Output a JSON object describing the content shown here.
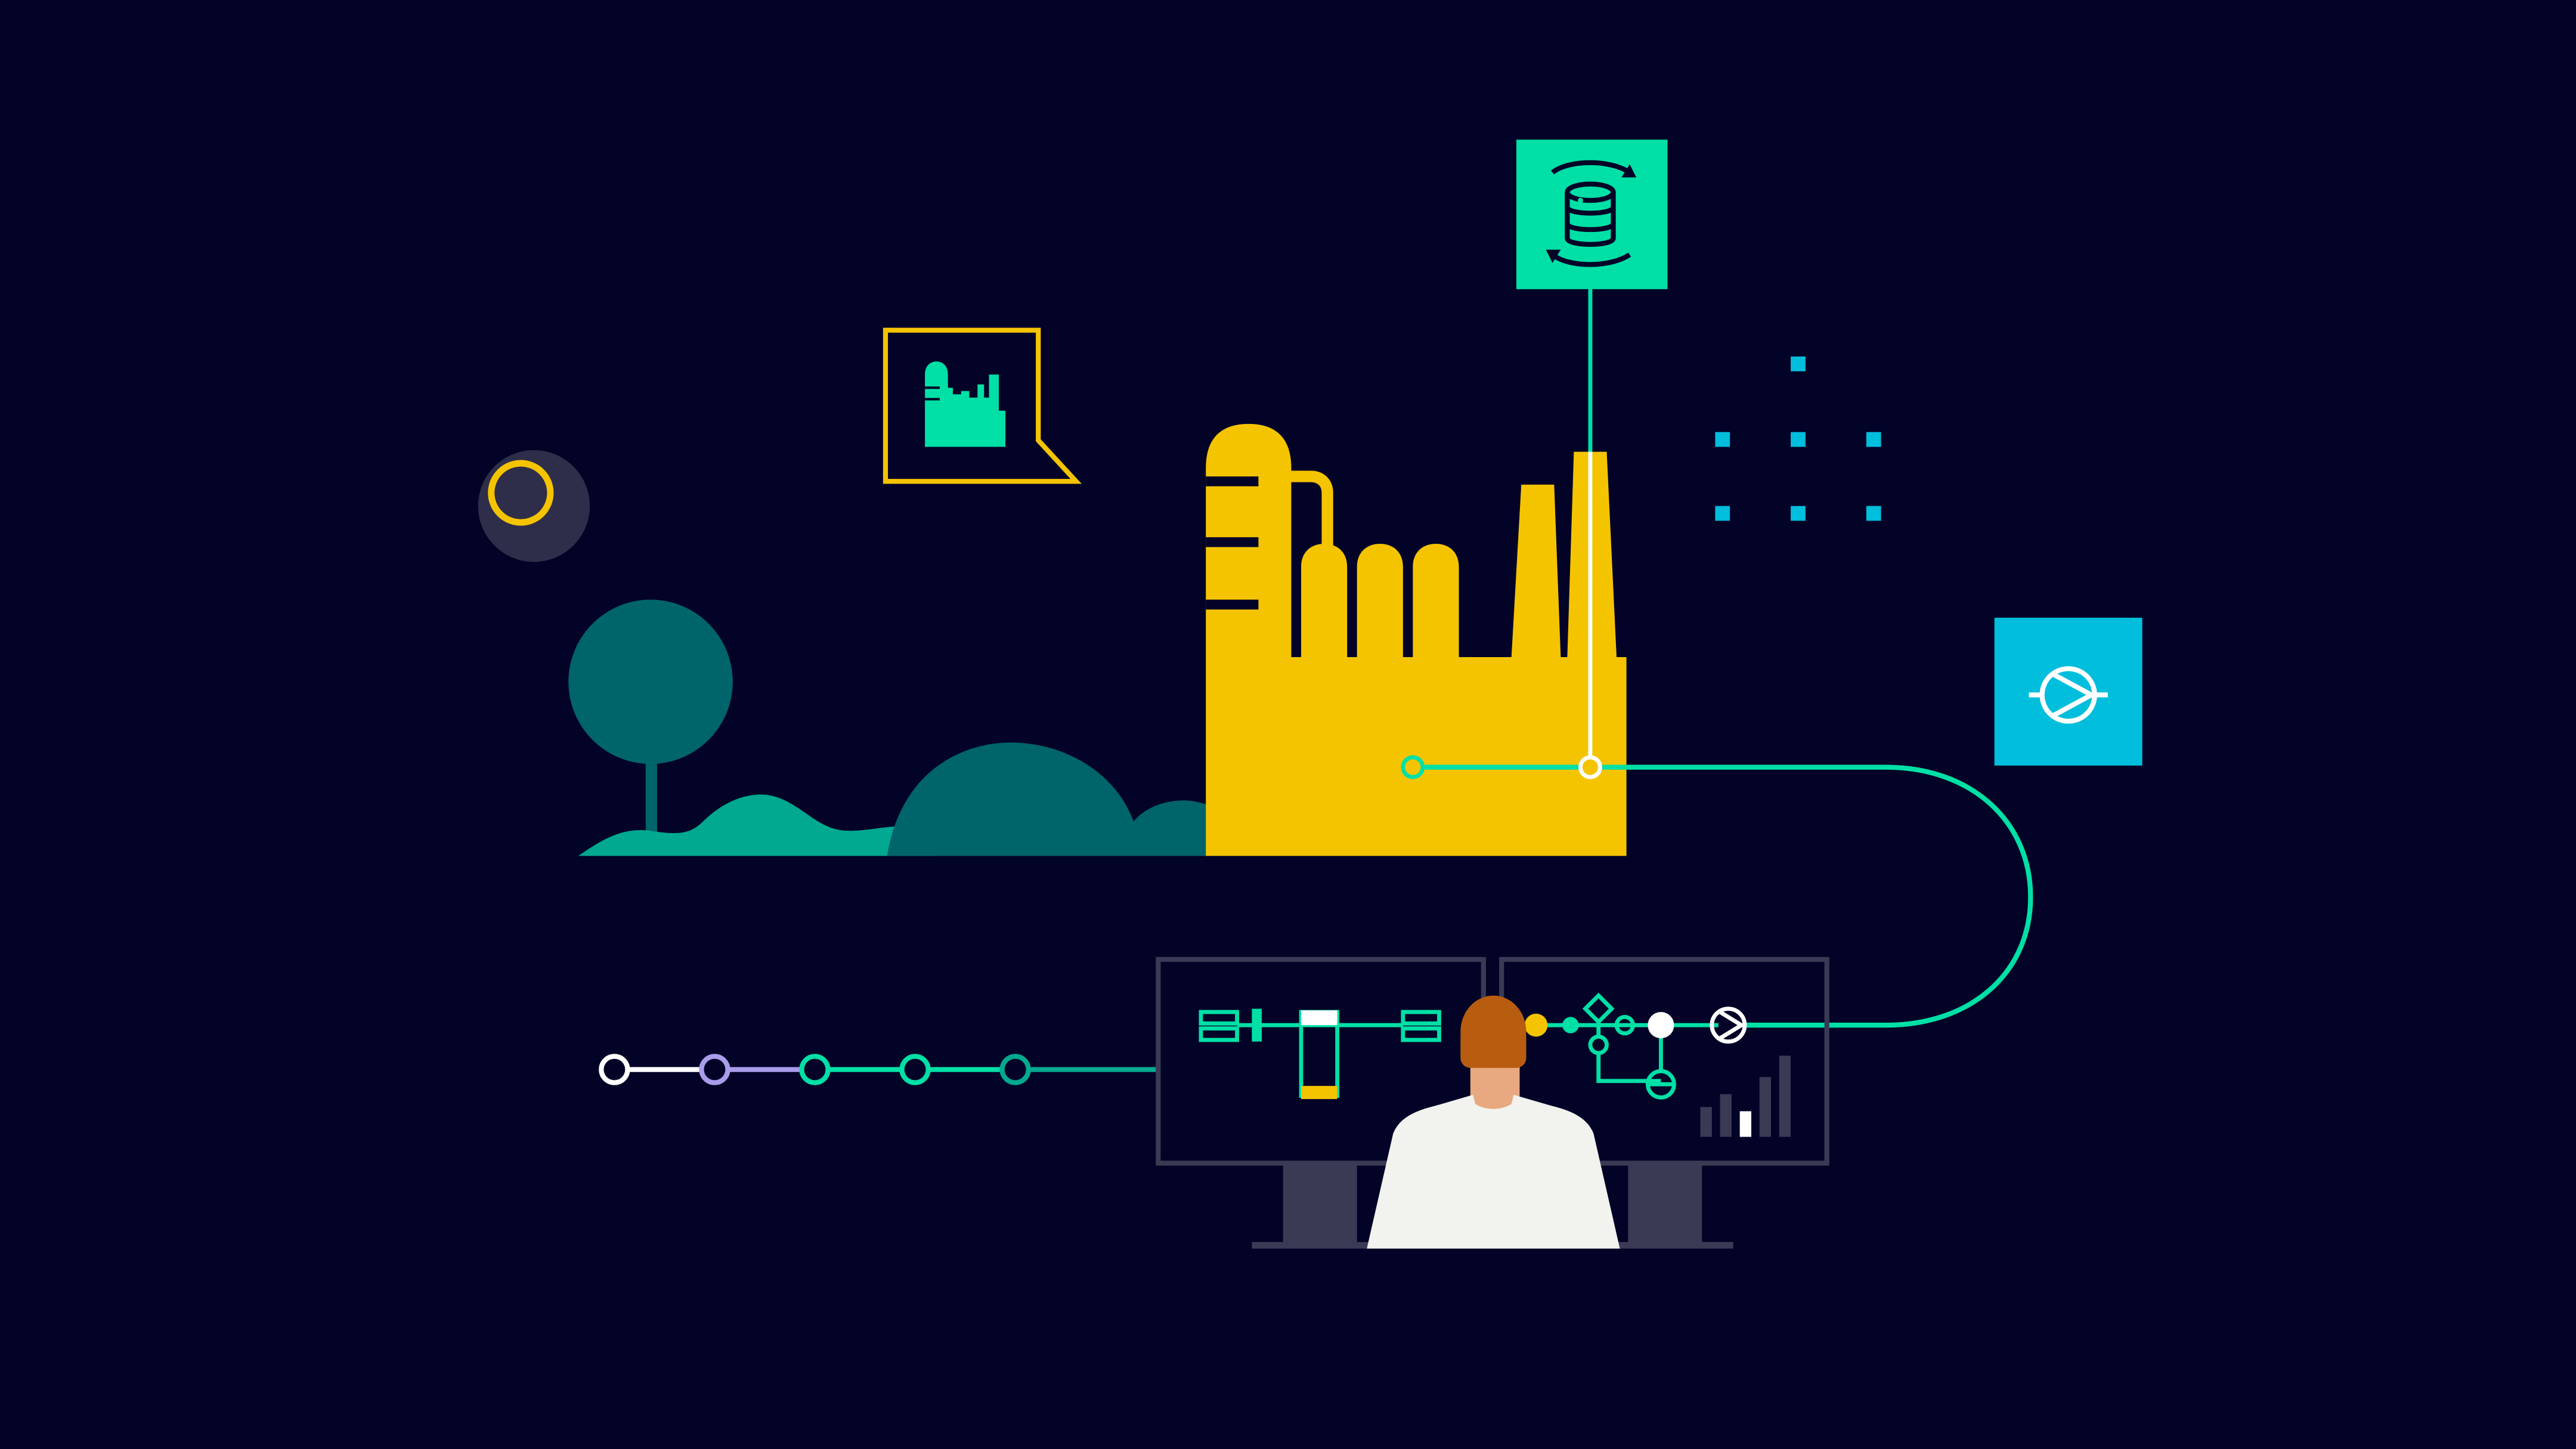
{
  "palette": {
    "background": "#030327",
    "factory": "#F5C400",
    "mint": "#00E0A6",
    "teal_dark": "#00646B",
    "teal_mid": "#00A98F",
    "cyan": "#00BEDC",
    "moon_disc": "#2E2E4A",
    "lavender": "#A99CEB",
    "monitor_frame": "#3A3A55",
    "shirt": "#F2F2EE",
    "hair": "#B85C10",
    "skin": "#E8A980",
    "bars_dark": "#3A3A55",
    "bar_highlight": "#FFFFFF"
  },
  "icons": {
    "moon": "ring-moon-icon",
    "report_bubble": "factory-chart-icon",
    "database_sync": "database-sync-icon",
    "pump": "pump-symbol-icon",
    "timeline": "timeline-nodes-icon"
  },
  "timeline": {
    "node_count": 5,
    "node_colors": [
      "#FFFFFF",
      "#A99CEB",
      "#00E0A6",
      "#00E0A6",
      "#00A98F"
    ]
  },
  "dashboard": {
    "bar_levels": [
      0.35,
      0.5,
      0.3,
      0.7,
      0.95
    ]
  }
}
